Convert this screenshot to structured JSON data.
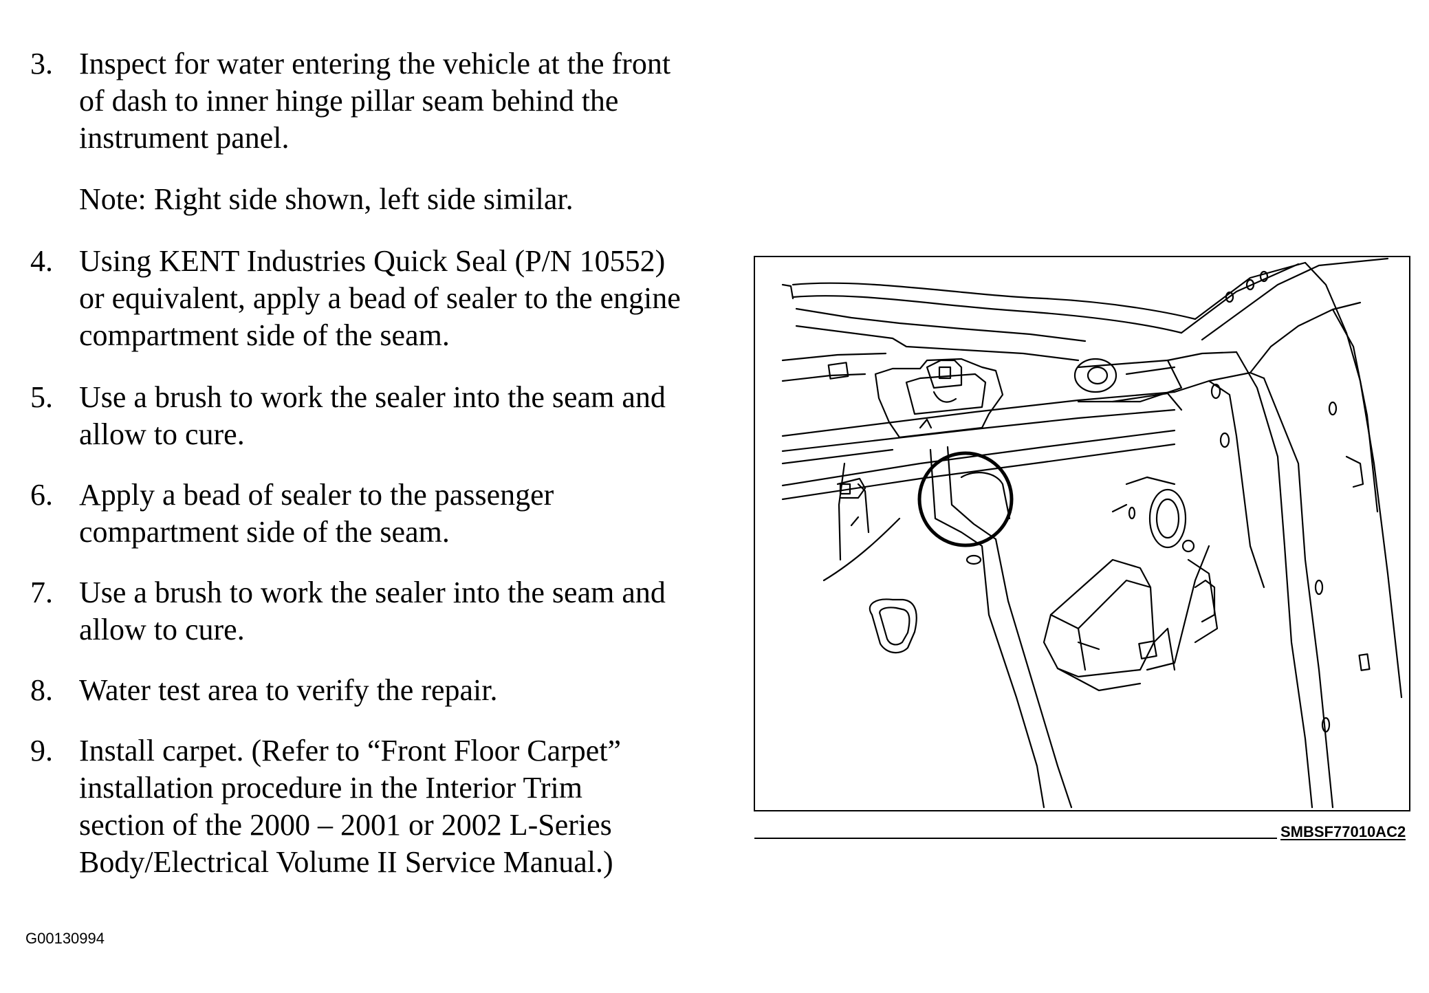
{
  "steps": [
    {
      "number": "3.",
      "text": "Inspect for water entering the vehicle at the front\nof dash to inner hinge pillar seam behind the\ninstrument panel."
    },
    {
      "number": "4.",
      "text": "Using KENT Industries Quick Seal (P/N 10552)\nor equivalent, apply a bead of sealer to the engine\ncompartment side of the seam."
    },
    {
      "number": "5.",
      "text": "Use a brush to work the sealer into the seam and\nallow to cure."
    },
    {
      "number": "6.",
      "text": "Apply a bead of sealer to the passenger\ncompartment side of the seam."
    },
    {
      "number": "7.",
      "text": "Use a brush to work the sealer into the seam and\nallow to cure."
    },
    {
      "number": "8.",
      "text": "Water test area to verify the repair."
    },
    {
      "number": "9.",
      "text": "Install carpet. (Refer to “Front Floor Carpet”\ninstallation procedure in the Interior Trim\nsection of the 2000 – 2001 or 2002 L-Series\nBody/Electrical Volume II Service Manual.)"
    }
  ],
  "note": "Note: Right side shown, left side similar.",
  "figure": {
    "code": "SMBSF77010AC2"
  },
  "document_id": "G00130994"
}
